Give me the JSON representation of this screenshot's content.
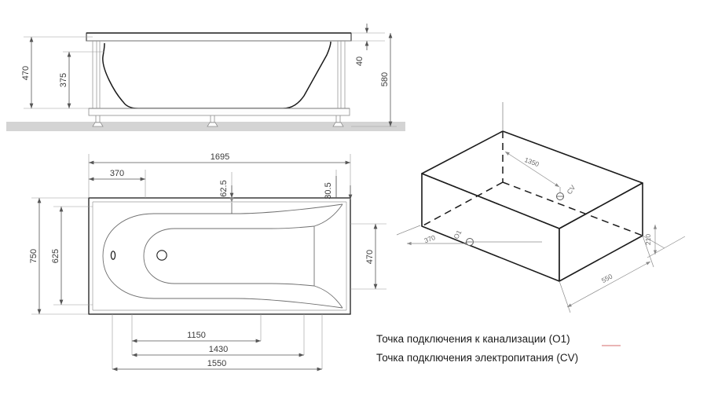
{
  "drawing": {
    "title": "Bathtub technical drawing",
    "units": "mm",
    "line_color": "#1b1b1b",
    "dim_color": "#555555",
    "floor_color": "#d4d4d4"
  },
  "section_view": {
    "name": "front-section-view",
    "dimensions": {
      "height_to_rim_left": "470",
      "inner_depth": "375",
      "rim_thickness": "40",
      "overall_height": "580"
    }
  },
  "plan_view": {
    "name": "top-plan-view",
    "dimensions": {
      "overall_length": "1695",
      "left_offset": "370",
      "rim_top": "62.5",
      "rim_right": "30.5",
      "overall_width": "750",
      "inner_width": "625",
      "right_height": "470",
      "foot_span_inner": "1150",
      "foot_span_mid": "1430",
      "foot_span_outer": "1550"
    }
  },
  "iso_view": {
    "name": "isometric-view",
    "dimensions": {
      "drain_long": "1350",
      "drain_short": "370",
      "height": "210",
      "depth": "550"
    },
    "markers": {
      "electric": "CV",
      "drain": "O1"
    }
  },
  "legend": {
    "line1": "Точка подключения  к канализации (O1)",
    "line2": "Точка подключения  электропитания (CV)"
  }
}
